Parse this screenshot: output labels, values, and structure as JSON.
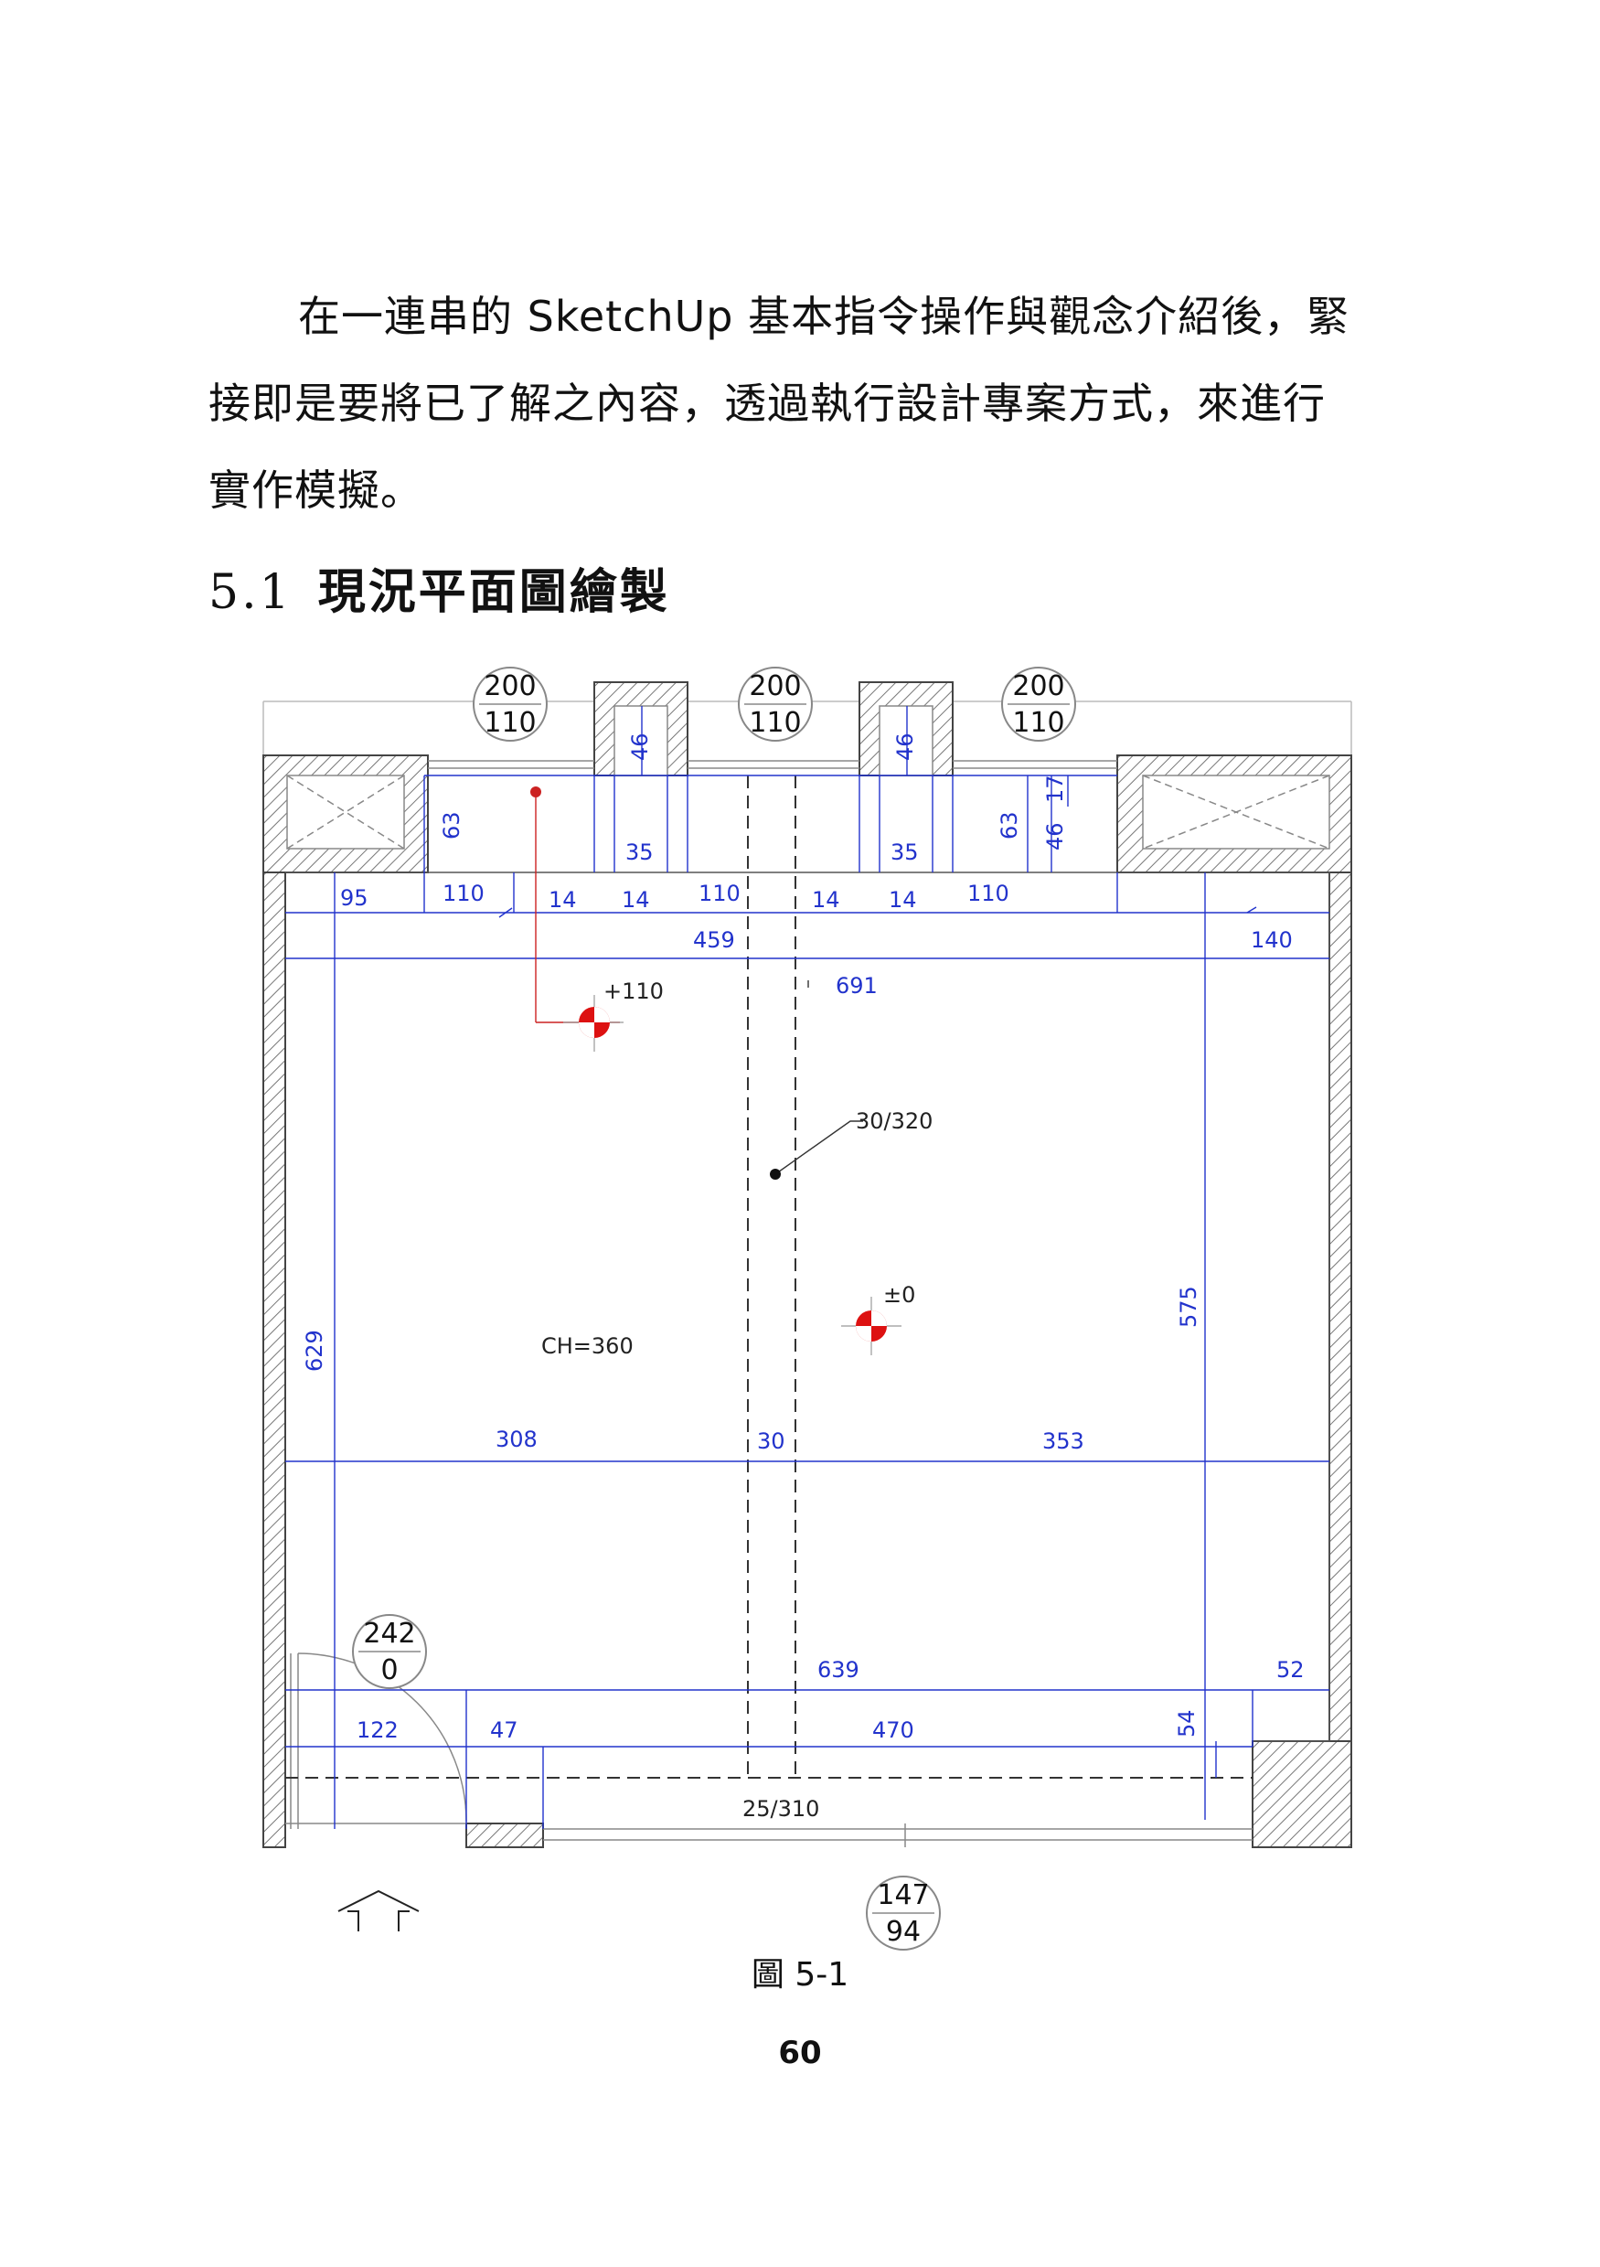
{
  "paragraph": {
    "line1": "在一連串的 SketchUp 基本指令操作與觀念介紹後，緊",
    "line2": "接即是要將已了解之內容，透過執行設計專案方式，來進行",
    "line3": "實作模擬。"
  },
  "section": {
    "number": "5.1",
    "title": "現況平面圖繪製"
  },
  "figure": {
    "bubbles": [
      {
        "top": "200",
        "bottom": "110"
      },
      {
        "top": "200",
        "bottom": "110"
      },
      {
        "top": "200",
        "bottom": "110"
      },
      {
        "top": "242",
        "bottom": "0"
      },
      {
        "top": "147",
        "bottom": "94"
      }
    ],
    "dims": {
      "d46a": "46",
      "d46b": "46",
      "d63a": "63",
      "d63b": "63",
      "d17": "17",
      "d46c": "46",
      "d35a": "35",
      "d35b": "35",
      "d95": "95",
      "d110a": "110",
      "d14a": "14",
      "d14b": "14",
      "d110b": "110",
      "d14c": "14",
      "d14d": "14",
      "d110c": "110",
      "d459": "459",
      "d140": "140",
      "d691": "691",
      "d629": "629",
      "d575": "575",
      "d308": "308",
      "d30": "30",
      "d353": "353",
      "d639": "639",
      "d52": "52",
      "d122": "122",
      "d47": "47",
      "d470": "470",
      "d54": "54"
    },
    "labels": {
      "level_a": "+110",
      "level_b": "±0",
      "beam_a": "30/320",
      "beam_b": "25/310",
      "ceiling": "CH=360"
    },
    "caption": "圖 5-1"
  },
  "page_number": "60"
}
